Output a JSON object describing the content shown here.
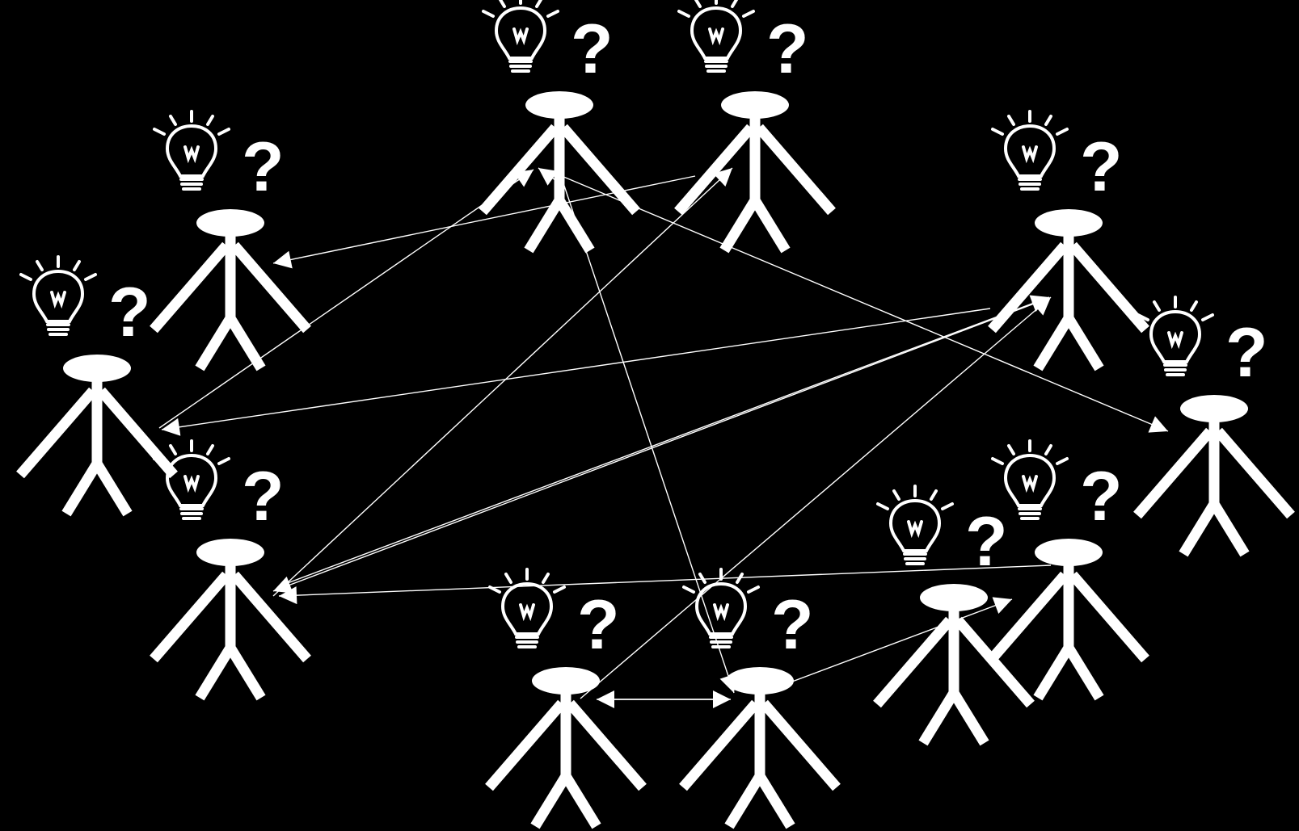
{
  "diagram": {
    "background_color": "#000000",
    "figure_color": "#ffffff",
    "arrow_color": "#ffffff",
    "figure_icon": "stick-person",
    "thought_icons": [
      "lightbulb-icon",
      "question-mark"
    ],
    "question_mark": "?",
    "people": [
      {
        "id": "p1"
      },
      {
        "id": "p2"
      },
      {
        "id": "p3"
      },
      {
        "id": "p4"
      },
      {
        "id": "p5"
      },
      {
        "id": "p6"
      },
      {
        "id": "p7"
      },
      {
        "id": "p8"
      },
      {
        "id": "p9"
      },
      {
        "id": "p10"
      },
      {
        "id": "p11"
      }
    ],
    "connections": [
      {
        "from": "p2",
        "to": "p4"
      },
      {
        "from": "p4",
        "to": "p1"
      },
      {
        "from": "p1",
        "to": "p9"
      },
      {
        "from": "p6",
        "to": "p2"
      },
      {
        "from": "p7",
        "to": "p5"
      },
      {
        "from": "p5",
        "to": "p3"
      },
      {
        "from": "p5",
        "to": "p6"
      },
      {
        "from": "p8",
        "to": "p11"
      },
      {
        "from": "p1",
        "to": "p10"
      },
      {
        "from": "p10",
        "to": "p6"
      },
      {
        "from": "p5",
        "to": "p7"
      },
      {
        "from": "p9",
        "to": "p8"
      },
      {
        "from": "p9",
        "to": "p10"
      },
      {
        "from": "p11",
        "to": "p10"
      }
    ]
  }
}
